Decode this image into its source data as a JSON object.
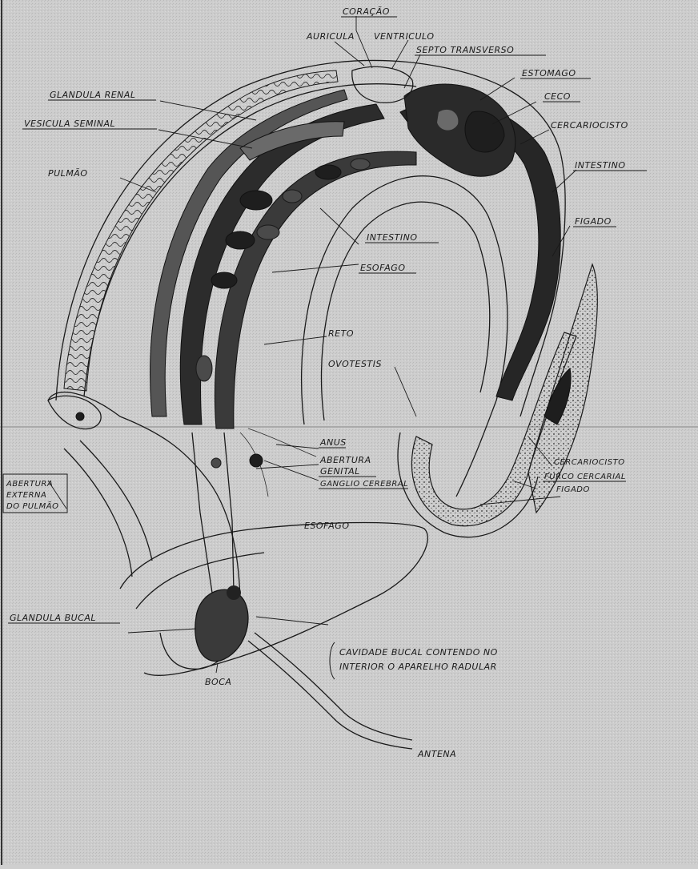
{
  "labels": {
    "coracao": "CORAÇÃO",
    "auricula": "AURICULA",
    "ventriculo": "VENTRICULO",
    "septo_transverso": "SEPTO TRANSVERSO",
    "estomago": "ESTOMAGO",
    "ceco": "CECO",
    "glandula_renal": "GLANDULA RENAL",
    "vesicula_seminal": "VESICULA SEMINAL",
    "cercariocisto_top": "CERCARIOCISTO",
    "intestino_right": "INTESTINO",
    "pulmao": "PULMÃO",
    "figado": "FIGADO",
    "intestino_center": "INTESTINO",
    "esofago_center": "ESOFAGO",
    "reto": "RETO",
    "ovotestis": "OVOTESTIS",
    "anus": "ANUS",
    "abertura_genital_1": "ABERTURA",
    "abertura_genital_2": "GENITAL",
    "ganglio_cerebral": "GANGLIO CEREBRAL",
    "abertura_pulmao_1": "ABERTURA",
    "abertura_pulmao_2": "EXTERNA",
    "abertura_pulmao_3": "DO PULMÃO",
    "cercariocisto_bottom": "CERCARIOCISTO",
    "furco_cercarial": "FURCO CERCARIAL",
    "figado_bottom": "FIGADO",
    "esofago_lower": "ESOFAGO",
    "glandula_bucal": "GLANDULA BUCAL",
    "cavidade_1": "CAVIDADE BUCAL CONTENDO NO",
    "cavidade_2": "INTERIOR O APARELHO RADULAR",
    "boca": "BOCA",
    "antena": "ANTENA"
  }
}
